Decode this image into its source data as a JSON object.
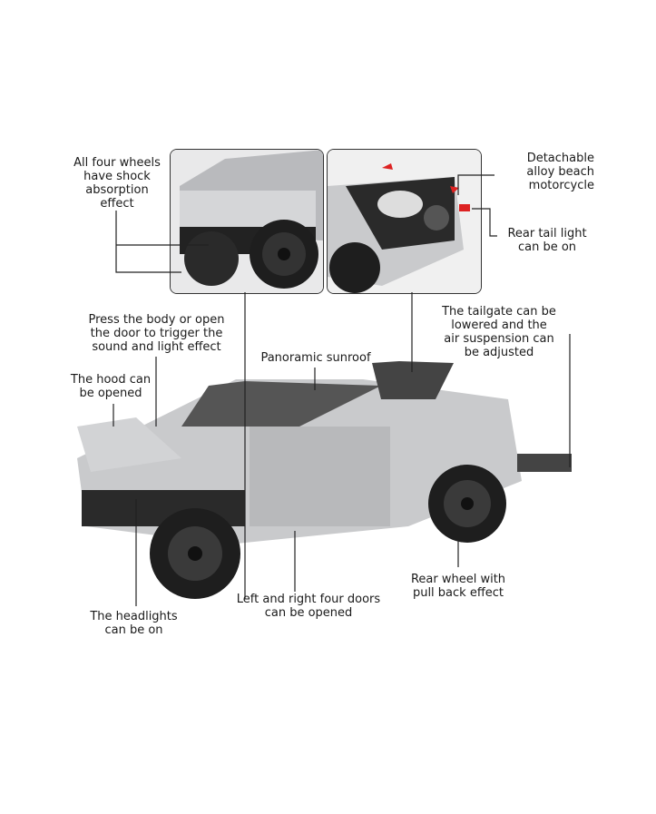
{
  "labels": {
    "wheels_shock": "All four wheels\nhave shock\nabsorption\neffect",
    "motorcycle": "Detachable\nalloy beach\nmotorcycle",
    "tail_light": "Rear tail light\ncan be on",
    "press_body": "Press the body or open\nthe door to trigger the\nsound and light effect",
    "tailgate": "The tailgate can be\nlowered and the\nair suspension can\nbe adjusted",
    "sunroof": "Panoramic sunroof",
    "hood": "The hood can\nbe opened",
    "rear_wheel": "Rear wheel with\npull back effect",
    "doors": "Left and right four doors\ncan be opened",
    "headlights": "The headlights\ncan be on"
  },
  "colors": {
    "body": "#c9cacc",
    "tire": "#1e1e1e",
    "tail_light": "#d22"
  }
}
